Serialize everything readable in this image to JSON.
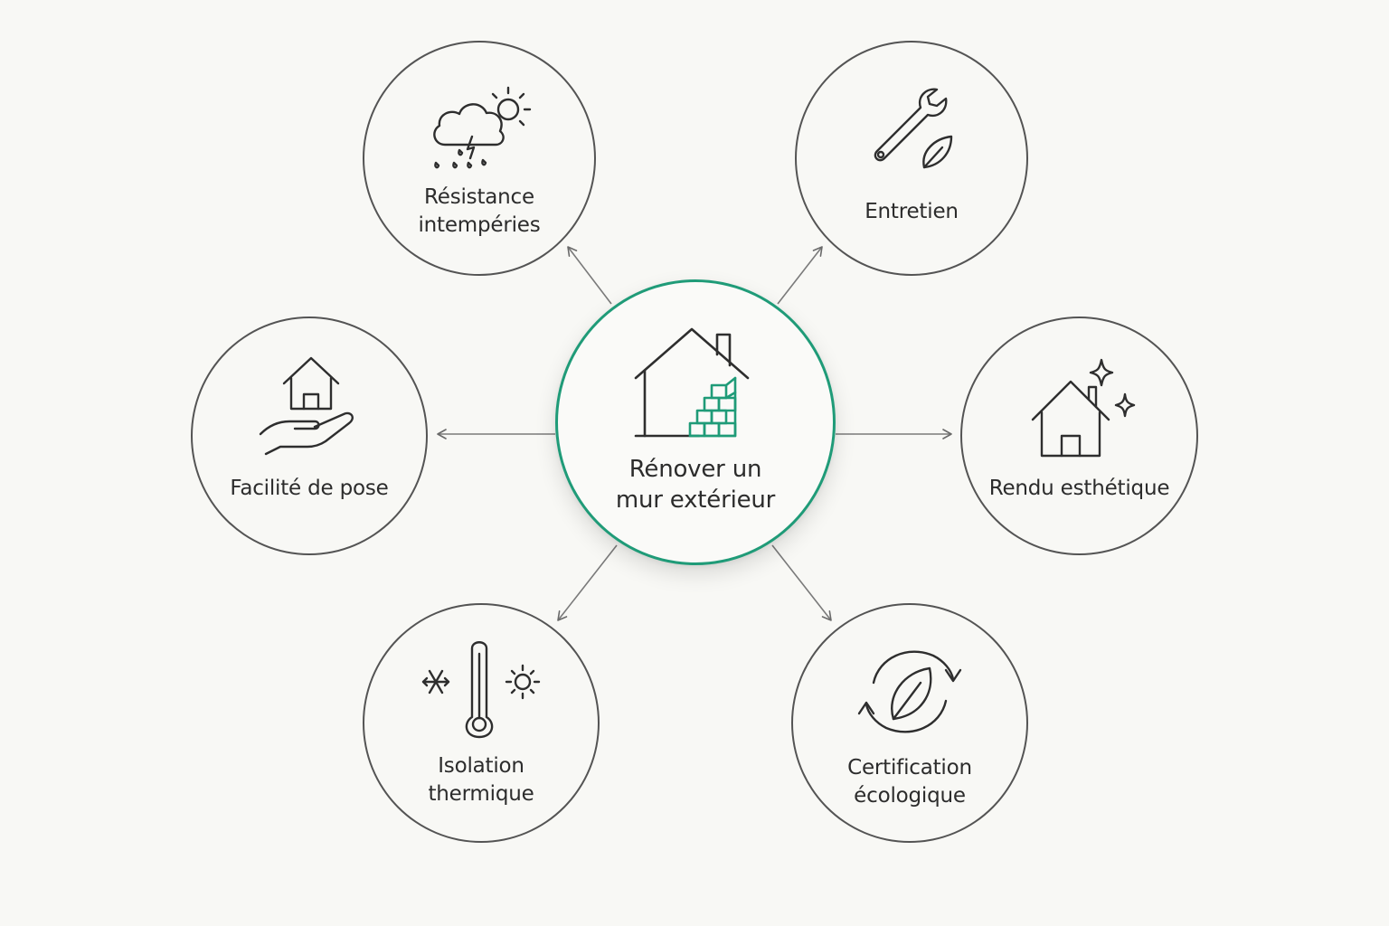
{
  "colors": {
    "accent": "#1f9b78",
    "stroke": "#545454",
    "icon": "#2e2e2e",
    "background": "#f8f8f5"
  },
  "center": {
    "icon": "house-brick-wall-icon",
    "label_line1": "Rénover un",
    "label_line2": "mur extérieur"
  },
  "nodes": {
    "weather": {
      "icon": "rain-cloud-sun-icon",
      "label_line1": "Résistance",
      "label_line2": "intempéries"
    },
    "maintenance": {
      "icon": "wrench-leaf-icon",
      "label_line1": "Entretien"
    },
    "installation": {
      "icon": "hand-holding-house-icon",
      "label_line1": "Facilité de pose"
    },
    "aesthetic": {
      "icon": "house-sparkles-icon",
      "label_line1": "Rendu esthétique"
    },
    "thermal": {
      "icon": "thermometer-snow-sun-icon",
      "label_line1": "Isolation",
      "label_line2": "thermique"
    },
    "eco": {
      "icon": "leaf-recycle-icon",
      "label_line1": "Certification",
      "label_line2": "écologique"
    }
  }
}
